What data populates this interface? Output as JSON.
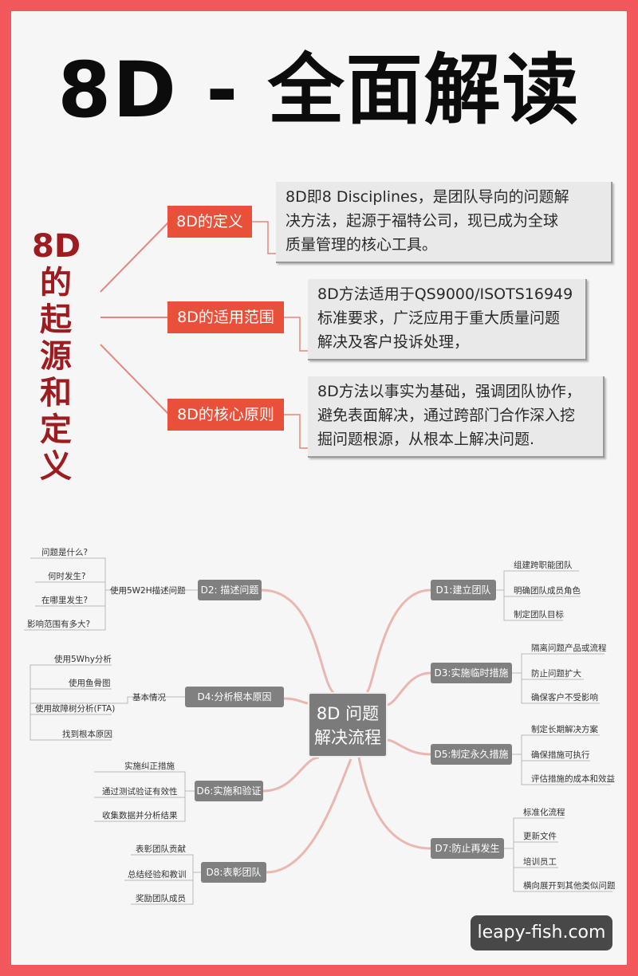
{
  "title": "8D - 全面解读",
  "section1": {
    "vertical_title": [
      "8D",
      "的",
      "起",
      "源",
      "和",
      "定",
      "义"
    ],
    "topics": [
      {
        "label": "8D的定义",
        "desc": [
          "8D即8 Disciplines，是团队导向的问题解",
          "决方法，起源于福特公司，现已成为全球",
          "质量管理的核心工具。"
        ]
      },
      {
        "label": "8D的适用范围",
        "desc": [
          "8D方法适用于QS9000/ISOTS16949",
          "标准要求，广泛应用于重大质量问题",
          "解决及客户投诉处理，"
        ]
      },
      {
        "label": "8D的核心原则",
        "desc": [
          "8D方法以事实为基础，强调团队协作，",
          "避免表面解决，通过跨部门合作深入挖",
          "掘问题根源，从根本上解决问题."
        ]
      }
    ]
  },
  "mindmap": {
    "center": [
      "8D 问题",
      "解决流程"
    ],
    "d2": {
      "label": "D2: 描述问题",
      "sub": "使用5W2H描述问题",
      "leaves": [
        "问题是什么?",
        "何时发生?",
        "在哪里发生?",
        "影响范围有多大?"
      ]
    },
    "d4": {
      "label": "D4:分析根本原因",
      "sub": "基本情况",
      "leaves": [
        "使用5Why分析",
        "使用鱼骨图",
        "使用故障树分析(FTA)",
        "找到根本原因"
      ]
    },
    "d6": {
      "label": "D6:实施和验证",
      "leaves": [
        "实施纠正措施",
        "通过测试验证有效性",
        "收集数据并分析结果"
      ]
    },
    "d8": {
      "label": "D8:表彰团队",
      "leaves": [
        "表彰团队贡献",
        "总结经验和教训",
        "奖励团队成员"
      ]
    },
    "d1": {
      "label": "D1:建立团队",
      "leaves": [
        "组建跨职能团队",
        "明确团队成员角色",
        "制定团队目标"
      ]
    },
    "d3": {
      "label": "D3:实施临时措施",
      "leaves": [
        "隔离问题产品或流程",
        "防止问题扩大",
        "确保客户不受影响"
      ]
    },
    "d5": {
      "label": "D5:制定永久措施",
      "leaves": [
        "制定长期解决方案",
        "确保措施可执行",
        "评估措施的成本和效益"
      ]
    },
    "d7": {
      "label": "D7:防止再发生",
      "leaves": [
        "标准化流程",
        "更新文件",
        "培训员工",
        "横向展开到其他类似问题"
      ]
    }
  },
  "watermark": "leapy-fish.com",
  "colors": {
    "border": "#f0585c",
    "topic": "#e8503a",
    "vtitle": "#9e1b1f",
    "node": "#808080"
  }
}
